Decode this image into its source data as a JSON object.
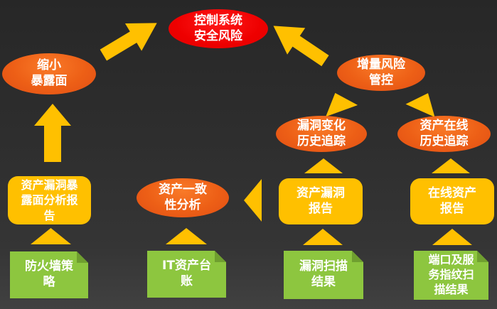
{
  "diagram": {
    "description": "Control system security risk analysis flow diagram",
    "colors": {
      "background": "#2e2e2e",
      "risk_red": "#ee0000",
      "process_orange": "#ed5f16",
      "report_gold": "#ffc000",
      "source_green": "#8dc63f",
      "green_fold": "#6f9f2f",
      "arrow_gold": "#ffc000",
      "text": "#ffffff"
    },
    "nodes": {
      "control_system_risk": {
        "label": "控制系统\n安全风险",
        "shape": "ellipse",
        "color": "#ee0000"
      },
      "shrink_exposure": {
        "label": "缩小\n暴露面",
        "shape": "ellipse",
        "color": "#ed5f16"
      },
      "incremental_risk_control": {
        "label": "增量风险\n管控",
        "shape": "ellipse",
        "color": "#ed5f16"
      },
      "vuln_change_tracking": {
        "label": "漏洞变化\n历史追踪",
        "shape": "ellipse",
        "color": "#ed5f16"
      },
      "asset_online_tracking": {
        "label": "资产在线\n历史追踪",
        "shape": "ellipse",
        "color": "#ed5f16"
      },
      "asset_consistency": {
        "label": "资产一致\n性分析",
        "shape": "ellipse",
        "color": "#ed5f16"
      },
      "asset_vuln_exposure_report": {
        "label": "资产漏洞暴\n露面分析报\n告",
        "shape": "rounded-rect",
        "color": "#ffc000"
      },
      "asset_vuln_report": {
        "label": "资产漏洞\n报告",
        "shape": "rounded-rect",
        "color": "#ffc000"
      },
      "online_asset_report": {
        "label": "在线资产\n报告",
        "shape": "rounded-rect",
        "color": "#ffc000"
      },
      "firewall_policy": {
        "label": "防火墙策\n略",
        "shape": "folded-rect",
        "color": "#8dc63f"
      },
      "it_asset_ledger": {
        "label": "IT资产台\n账",
        "shape": "folded-rect",
        "color": "#8dc63f"
      },
      "vuln_scan_result": {
        "label": "漏洞扫描\n结果",
        "shape": "folded-rect",
        "color": "#8dc63f"
      },
      "port_service_scan_result": {
        "label": "端口及服\n务指纹扫\n描结果",
        "shape": "folded-rect",
        "color": "#8dc63f"
      }
    },
    "flows": [
      {
        "from": "shrink_exposure",
        "to": "control_system_risk",
        "style": "block-arrow"
      },
      {
        "from": "incremental_risk_control",
        "to": "control_system_risk",
        "style": "block-arrow"
      },
      {
        "from": "asset_vuln_exposure_report",
        "to": "shrink_exposure",
        "style": "block-arrow"
      },
      {
        "from": "vuln_change_tracking",
        "to": "incremental_risk_control",
        "style": "triangle"
      },
      {
        "from": "asset_online_tracking",
        "to": "incremental_risk_control",
        "style": "triangle"
      },
      {
        "from": "asset_vuln_report",
        "to": "vuln_change_tracking",
        "style": "triangle"
      },
      {
        "from": "online_asset_report",
        "to": "asset_online_tracking",
        "style": "triangle"
      },
      {
        "from": "asset_vuln_report",
        "to": "asset_consistency",
        "style": "triangle"
      },
      {
        "from": "firewall_policy",
        "to": "asset_vuln_exposure_report",
        "style": "triangle"
      },
      {
        "from": "it_asset_ledger",
        "to": "asset_consistency",
        "style": "triangle"
      },
      {
        "from": "vuln_scan_result",
        "to": "asset_vuln_report",
        "style": "triangle"
      },
      {
        "from": "port_service_scan_result",
        "to": "online_asset_report",
        "style": "triangle"
      }
    ]
  }
}
